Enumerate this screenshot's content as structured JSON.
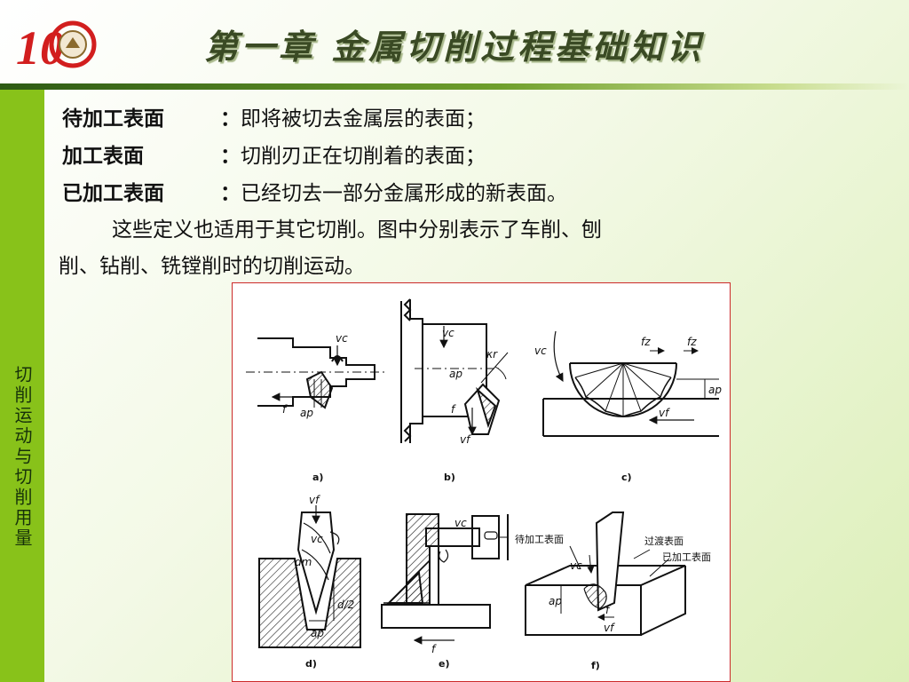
{
  "logo": {
    "numeral": "10",
    "icon": "anniversary-emblem"
  },
  "title": "第一章 金属切削过程基础知识",
  "sidebar": {
    "label": "切削运动与切削用量"
  },
  "definitions": [
    {
      "term": "待加工表面",
      "sep": "：",
      "desc": "即将被切去金属层的表面；"
    },
    {
      "term": "加工表面",
      "sep": "：",
      "desc": "切削刃正在切削着的表面；"
    },
    {
      "term": "已加工表面",
      "sep": "：",
      "desc": "已经切去一部分金属形成的新表面。"
    }
  ],
  "paragraph": {
    "line1": "这些定义也适用于其它切削。图中分别表示了车削、刨",
    "line2": "削、钻削、铣镗削时的切削运动。"
  },
  "figure": {
    "captions": [
      "a)",
      "b)",
      "c)",
      "d)",
      "e)",
      "f)"
    ],
    "a": {
      "vc": "vc",
      "f": "f",
      "ap": "ap"
    },
    "b": {
      "vc": "vc",
      "kr": "κr",
      "ap": "ap",
      "f": "f",
      "vf": "vf"
    },
    "c": {
      "vc": "vc",
      "fz1": "fz",
      "fz2": "fz",
      "ap": "ap",
      "vf": "vf"
    },
    "d": {
      "vf": "vf",
      "vc": "vc",
      "dm": "dm",
      "half": "d/2",
      "ap": "ap"
    },
    "e": {
      "vc": "vc",
      "f": "f"
    },
    "f": {
      "surface_to_machine": "待加工表面",
      "transition_surface": "过渡表面",
      "machined_surface": "已加工表面",
      "vc": "vc",
      "ap": "ap",
      "f": "f",
      "vf": "vf"
    }
  },
  "colors": {
    "sidebar": "#88c21a",
    "title": "#3a4a24",
    "figure_border": "#cc2a2a",
    "logo_red": "#d21e1e"
  }
}
